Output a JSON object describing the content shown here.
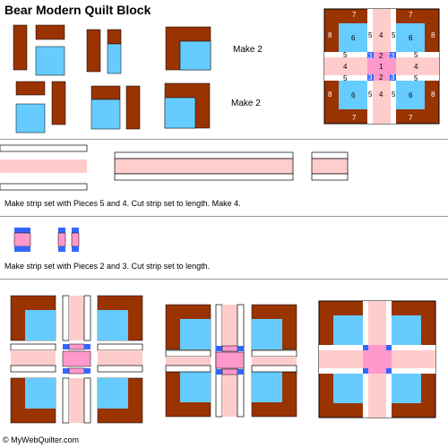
{
  "title": "Bear Modern Quilt Block",
  "make_note_1": "Make 2",
  "make_note_2": "Make 2",
  "strip_instruction_1": "Make strip set with Pieces 5 and 4.  Cut strip set to length. Make 4.",
  "strip_instruction_2": "Make strip set with Pieces 2 and 3.  Cut strip set to length.",
  "credit": "© MyWebQuilter.com",
  "piece_labels": {
    "corner_bar": "7",
    "side_bar": "8",
    "square": "6",
    "narrow_strip": "5",
    "wide_strip": "4",
    "center_strip": "2",
    "center_corner": "3",
    "center": "1"
  },
  "colors": {
    "brown": "#993300",
    "light_blue": "#66ccff",
    "pink_light": "#ffcccc",
    "pink": "#ff99cc",
    "blue": "#3366ff",
    "white": "#ffffff",
    "outline": "#000000"
  }
}
